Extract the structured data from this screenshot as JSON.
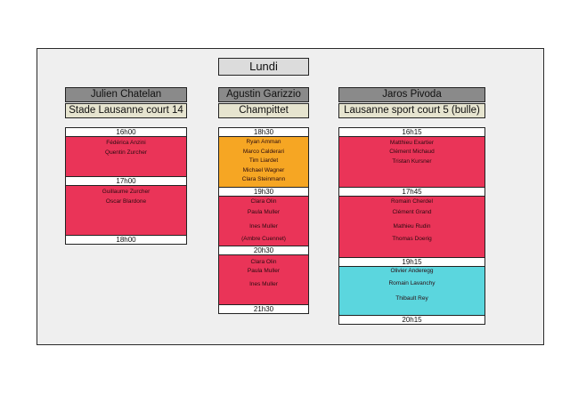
{
  "day": "Lundi",
  "columns": [
    {
      "coach": "Julien Chatelan",
      "venue": "Stade Lausanne court 14",
      "times": [
        "16h00",
        "17h00",
        "18h00"
      ],
      "slots": [
        {
          "names": [
            "Fédérica Anzini",
            "Quentin Zurcher"
          ]
        },
        {
          "names": [
            "Guillaume Zurcher",
            "Oscar Blardone"
          ]
        }
      ]
    },
    {
      "coach": "Agustin Garizzio",
      "venue": "Champittet",
      "times": [
        "18h30",
        "19h30",
        "20h30",
        "21h30"
      ],
      "slots": [
        {
          "names": [
            "Ryan Amman",
            "Marco Calderari",
            "Tim Liardet",
            "Michael Wagner",
            "Clara Steinmann"
          ]
        },
        {
          "names": [
            "Clara Olin",
            "Paula Muller",
            "Ines Muller",
            "(Ambre Cuennet)"
          ]
        },
        {
          "names": [
            "Clara Olin",
            "Paula Muller",
            "Ines Muller"
          ]
        }
      ]
    },
    {
      "coach": "Jaros Pivoda",
      "venue": "Lausanne sport court 5 (bulle)",
      "times": [
        "16h15",
        "17h45",
        "19h15",
        "20h15"
      ],
      "slots": [
        {
          "names": [
            "Matthieu Exartier",
            "Clément Michaud",
            "Tristan Kursner"
          ]
        },
        {
          "names": [
            "Romain Cherdel",
            "Clément Grand",
            "Mathieu Rudin",
            "Thomas Doerig"
          ]
        },
        {
          "names": [
            "Olivier Anderegg",
            "Romain Lavanchy",
            "Thibault Rey"
          ]
        }
      ]
    }
  ],
  "colors": {
    "red_slot": "#ea3458",
    "orange_slot": "#f6a623",
    "cyan_slot": "#5bd6de",
    "coach_header": "#8a8a8a",
    "venue_header": "#e6e4cf"
  }
}
